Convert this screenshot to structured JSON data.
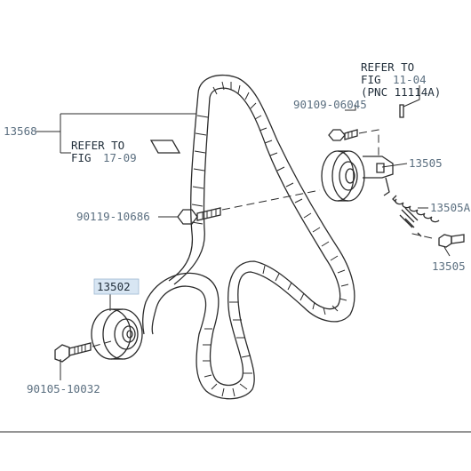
{
  "labels": {
    "p13568": "13568",
    "refer_a_line1": "REFER TO",
    "refer_a_fig": "FIG",
    "refer_a_fignum": "17-09",
    "refer_b_line1": "REFER TO",
    "refer_b_fig": "FIG",
    "refer_b_fignum": "11-04",
    "refer_b_pnc": "(PNC 11114A)",
    "p90109": "90109-06045",
    "p13505": "13505",
    "p13505a": "13505A",
    "p13505b": "13505",
    "p90119": "90119-10686",
    "p13502": "13502",
    "p90105": "90105-10032"
  },
  "colors": {
    "label": "#5b6f80",
    "label_dark": "#23303c",
    "highlight": "#d8e6f3",
    "line": "#2b2b2b"
  }
}
